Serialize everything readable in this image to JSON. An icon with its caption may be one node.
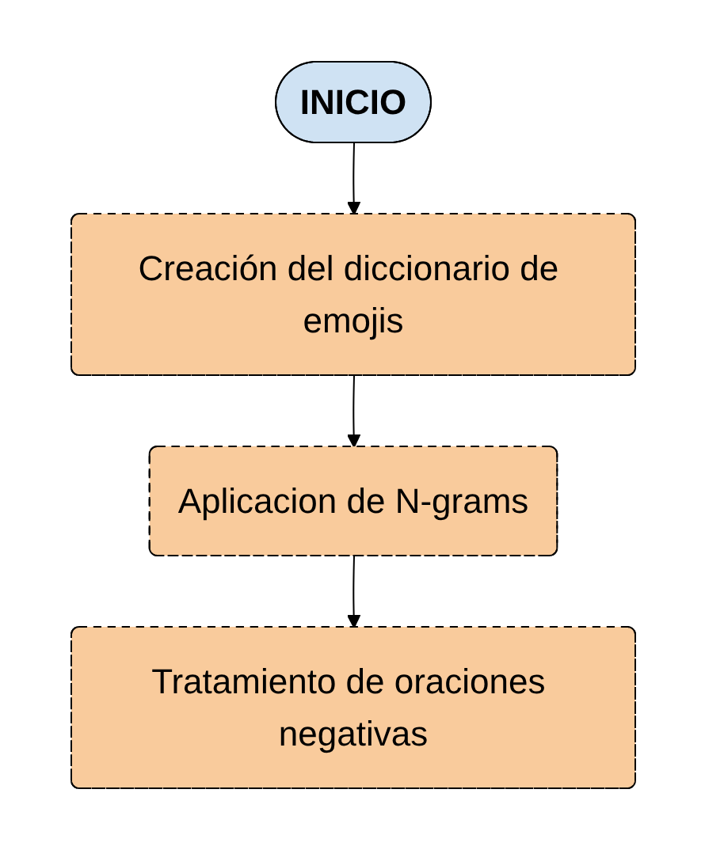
{
  "diagram": {
    "nodes": [
      {
        "text": [
          "INICIO"
        ]
      },
      {
        "text": [
          "Creación del diccionario de emojis"
        ]
      },
      {
        "text": [
          "Aplicacion de N-grams"
        ]
      },
      {
        "text": [
          "Tratamiento de oraciones negativas"
        ]
      }
    ],
    "edges": [
      {
        "from": 0,
        "to": 1,
        "arrow": "to"
      },
      {
        "from": 1,
        "to": 2,
        "arrow": "to"
      },
      {
        "from": 2,
        "to": 3,
        "arrow": "to"
      }
    ]
  }
}
